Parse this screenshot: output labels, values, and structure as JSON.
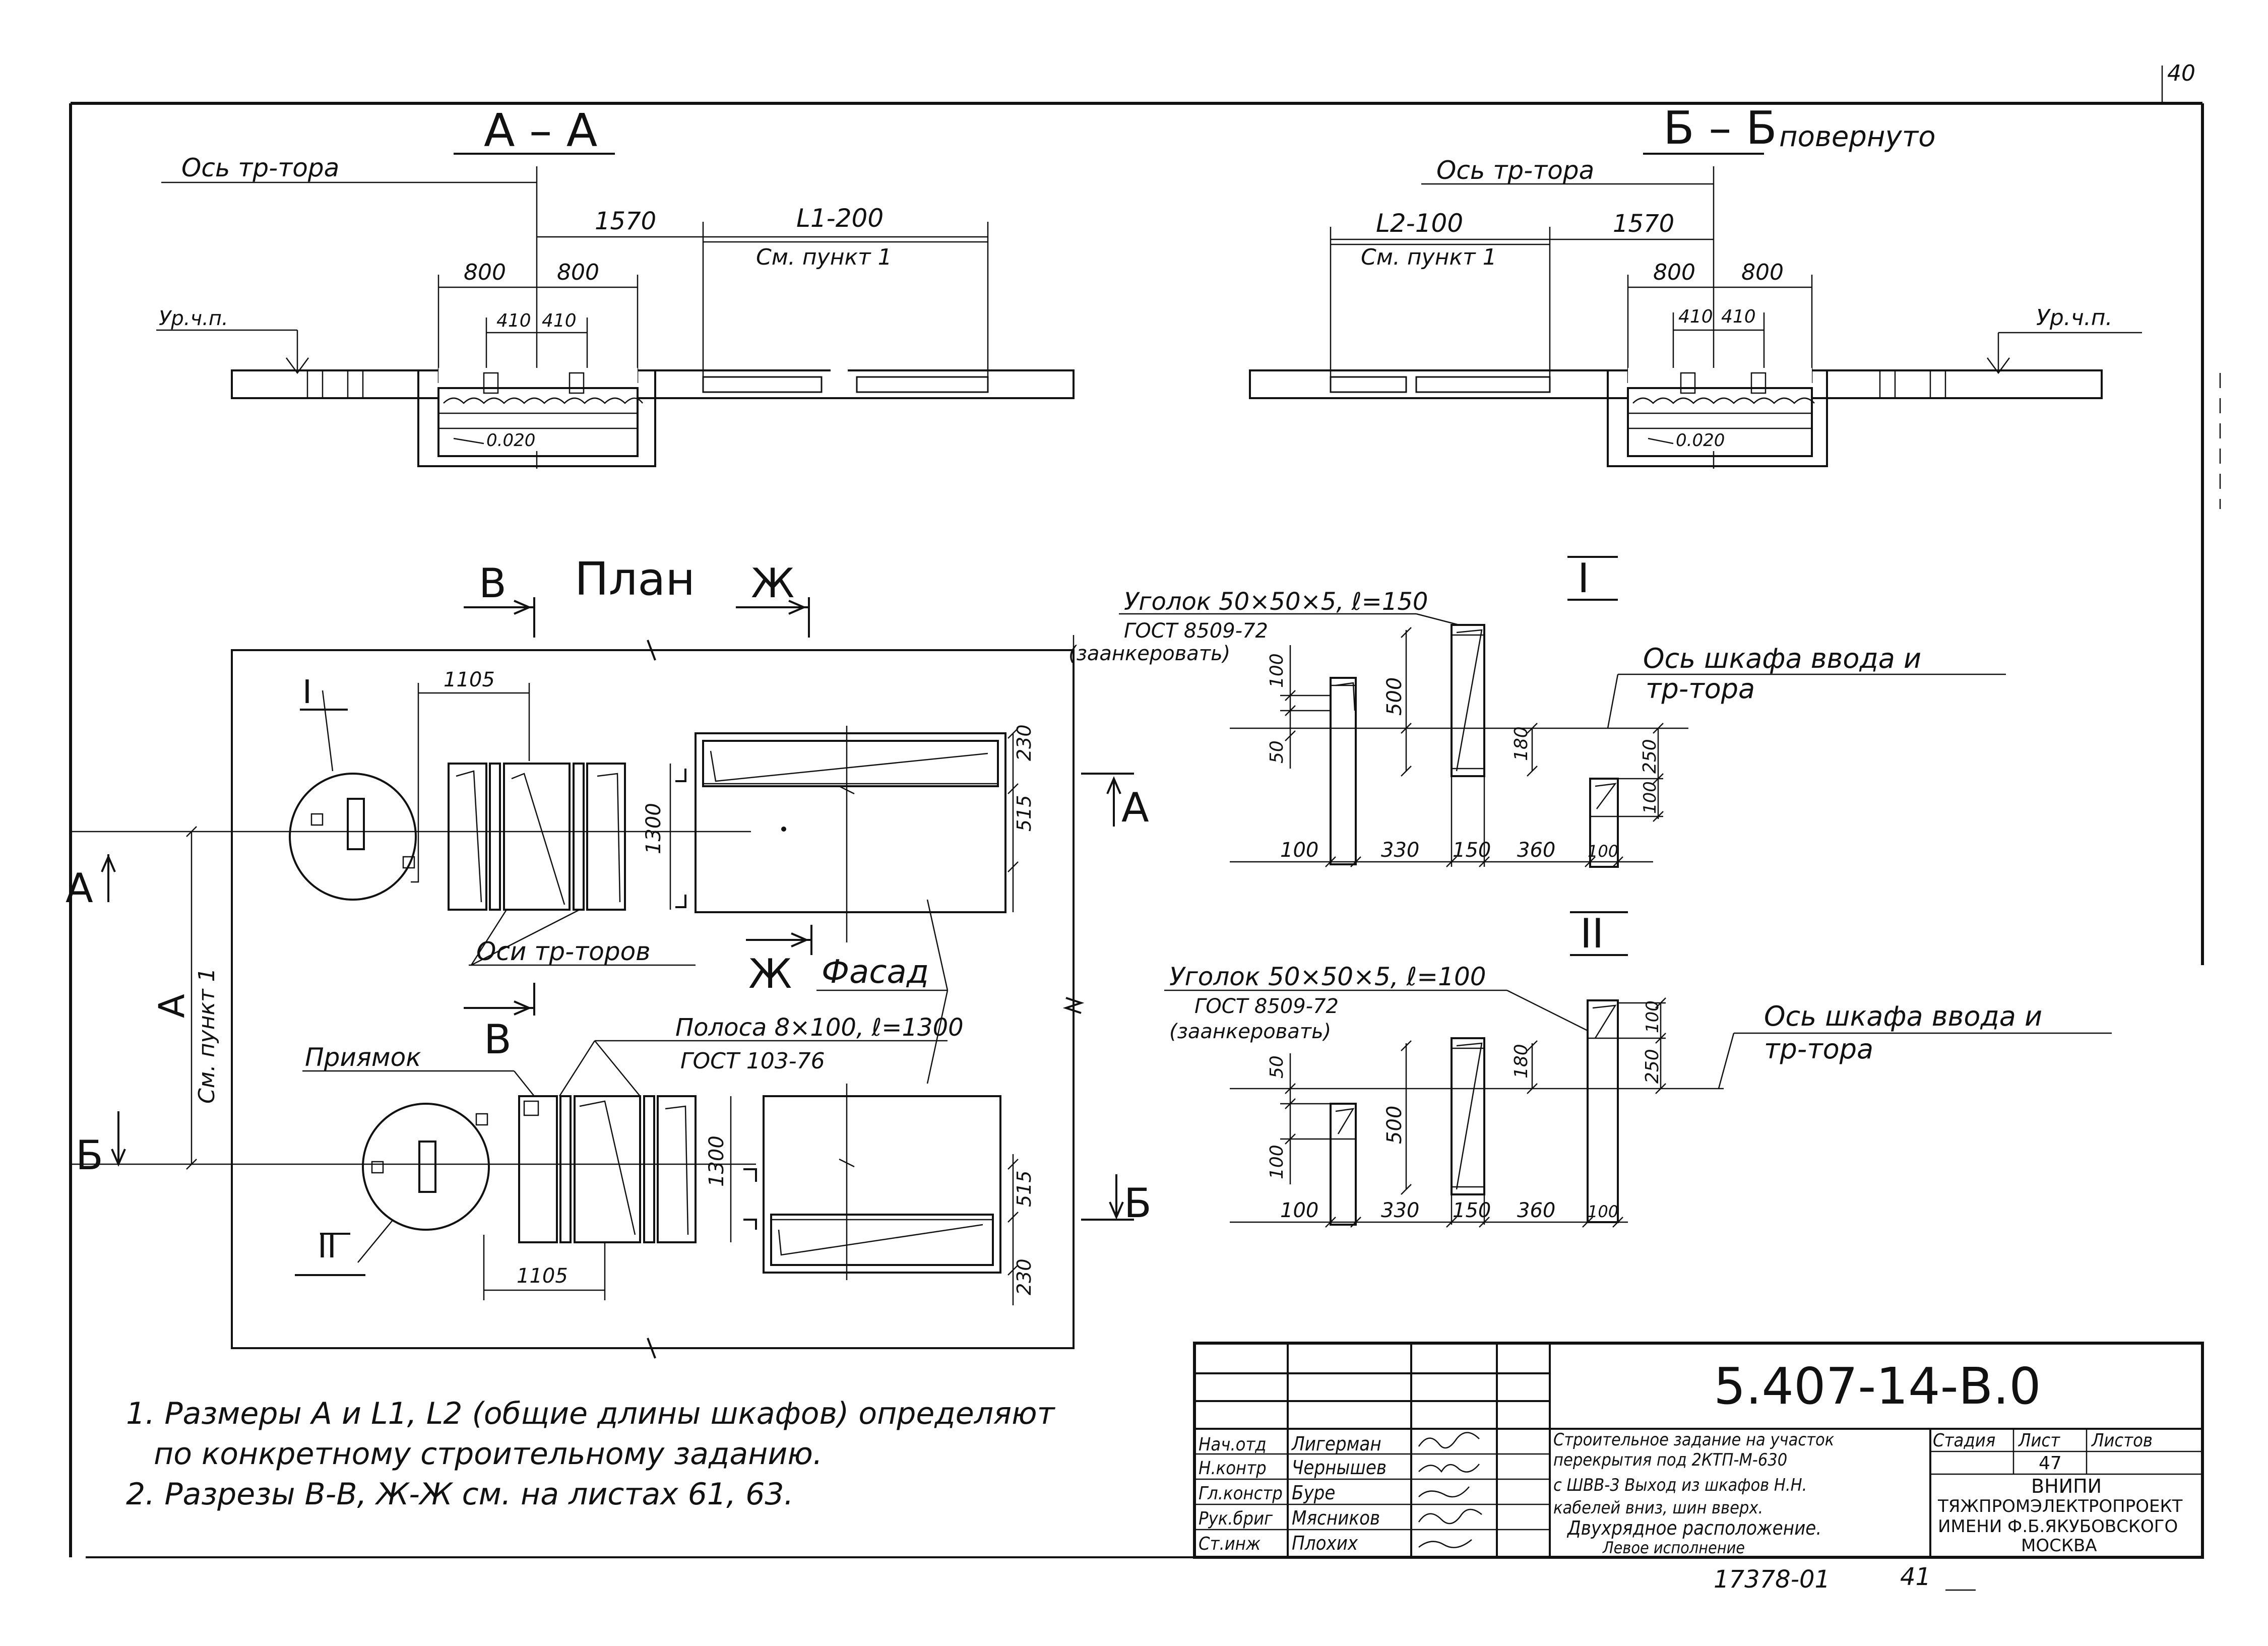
{
  "page_number": "40",
  "section_aa": {
    "title": "А – А",
    "axis_label": "Ось тр-тора",
    "level_label": "Ур.ч.п.",
    "dim_1570": "1570",
    "dim_l1": "L1-200",
    "dim_l1_note": "См. пункт 1",
    "dim_800a": "800",
    "dim_800b": "800",
    "dim_410a": "410",
    "dim_410b": "410",
    "slope": "0.020"
  },
  "section_bb": {
    "title": "Б – Б",
    "title_note": "повернуто",
    "axis_label": "Ось тр-тора",
    "level_label": "Ур.ч.п.",
    "dim_l2": "L2-100",
    "dim_l2_note": "См. пункт 1",
    "dim_1570": "1570",
    "dim_800a": "800",
    "dim_800b": "800",
    "dim_410a": "410",
    "dim_410b": "410",
    "slope": "0.020"
  },
  "plan": {
    "title": "План",
    "cut_v": "В",
    "cut_zh": "Ж",
    "cut_a": "А",
    "cut_b": "Б",
    "facade": "Фасад",
    "axes_label": "Оси тр-торов",
    "pit_label": "Приямок",
    "strip_label": "Полоса 8×100, ℓ=1300",
    "strip_gost": "ГОСТ 103-76",
    "dim_a": "А",
    "dim_a_note": "См. пункт 1",
    "dim_1105_top": "1105",
    "dim_1105_bot": "1105",
    "dim_1300_top": "1300",
    "dim_1300_bot": "1300",
    "dim_230_top": "230",
    "dim_515_top": "515",
    "dim_515_bot": "515",
    "dim_230_bot": "230",
    "node_1": "I",
    "node_2": "II"
  },
  "detail_1": {
    "title": "I",
    "angle_label": "Уголок 50×50×5, ℓ=150",
    "gost": "ГОСТ 8509-72",
    "anchor": "(заанкеровать)",
    "axis_label_1": "Ось шкафа ввода и",
    "axis_label_2": "тр-тора",
    "dims": [
      "100",
      "330",
      "150",
      "360",
      "100"
    ],
    "v_100": "100",
    "v_50": "50",
    "v_500": "500",
    "v_180": "180",
    "v_250": "250",
    "v_100b": "100"
  },
  "detail_2": {
    "title": "II",
    "angle_label": "Уголок 50×50×5, ℓ=100",
    "gost": "ГОСТ 8509-72",
    "anchor": "(заанкеровать)",
    "axis_label_1": "Ось шкафа ввода и",
    "axis_label_2": "тр-тора",
    "dims": [
      "100",
      "330",
      "150",
      "360",
      "100"
    ],
    "v_50": "50",
    "v_500": "500",
    "v_100": "100",
    "v_180": "180",
    "v_100b": "100",
    "v_250": "250"
  },
  "notes": [
    "1. Размеры А и L1, L2 (общие длины шкафов) определяют",
    "по конкретному строительному заданию.",
    "2. Разрезы В-В, Ж-Ж см. на листах 61, 63."
  ],
  "title_block": {
    "code": "5.407-14-В.0",
    "roles": [
      "Нач.отд",
      "Н.контр",
      "Гл.констр",
      "Рук.бриг",
      "Ст.инж"
    ],
    "names": [
      "Лигерман",
      "Чернышев",
      "Буре",
      "Мясников",
      "Плохих"
    ],
    "description": [
      "Строительное задание на участок",
      "перекрытия под 2КТП-М-630",
      "с ШВВ-3 Выход из шкафов Н.Н.",
      "кабелей вниз, шин вверх.",
      "Двухрядное расположение.",
      "Левое исполнение"
    ],
    "col_stage": "Стадия",
    "col_sheet": "Лист",
    "col_sheets": "Листов",
    "sheet_no": "47",
    "org_1": "ВНИПИ",
    "org_2": "ТЯЖПРОМЭЛЕКТРОПРОЕКТ",
    "org_3": "ИМЕНИ Ф.Б.ЯКУБОВСКОГО",
    "org_4": "МОСКВА"
  },
  "footer_code": "17378-01",
  "footer_sheet": "41"
}
